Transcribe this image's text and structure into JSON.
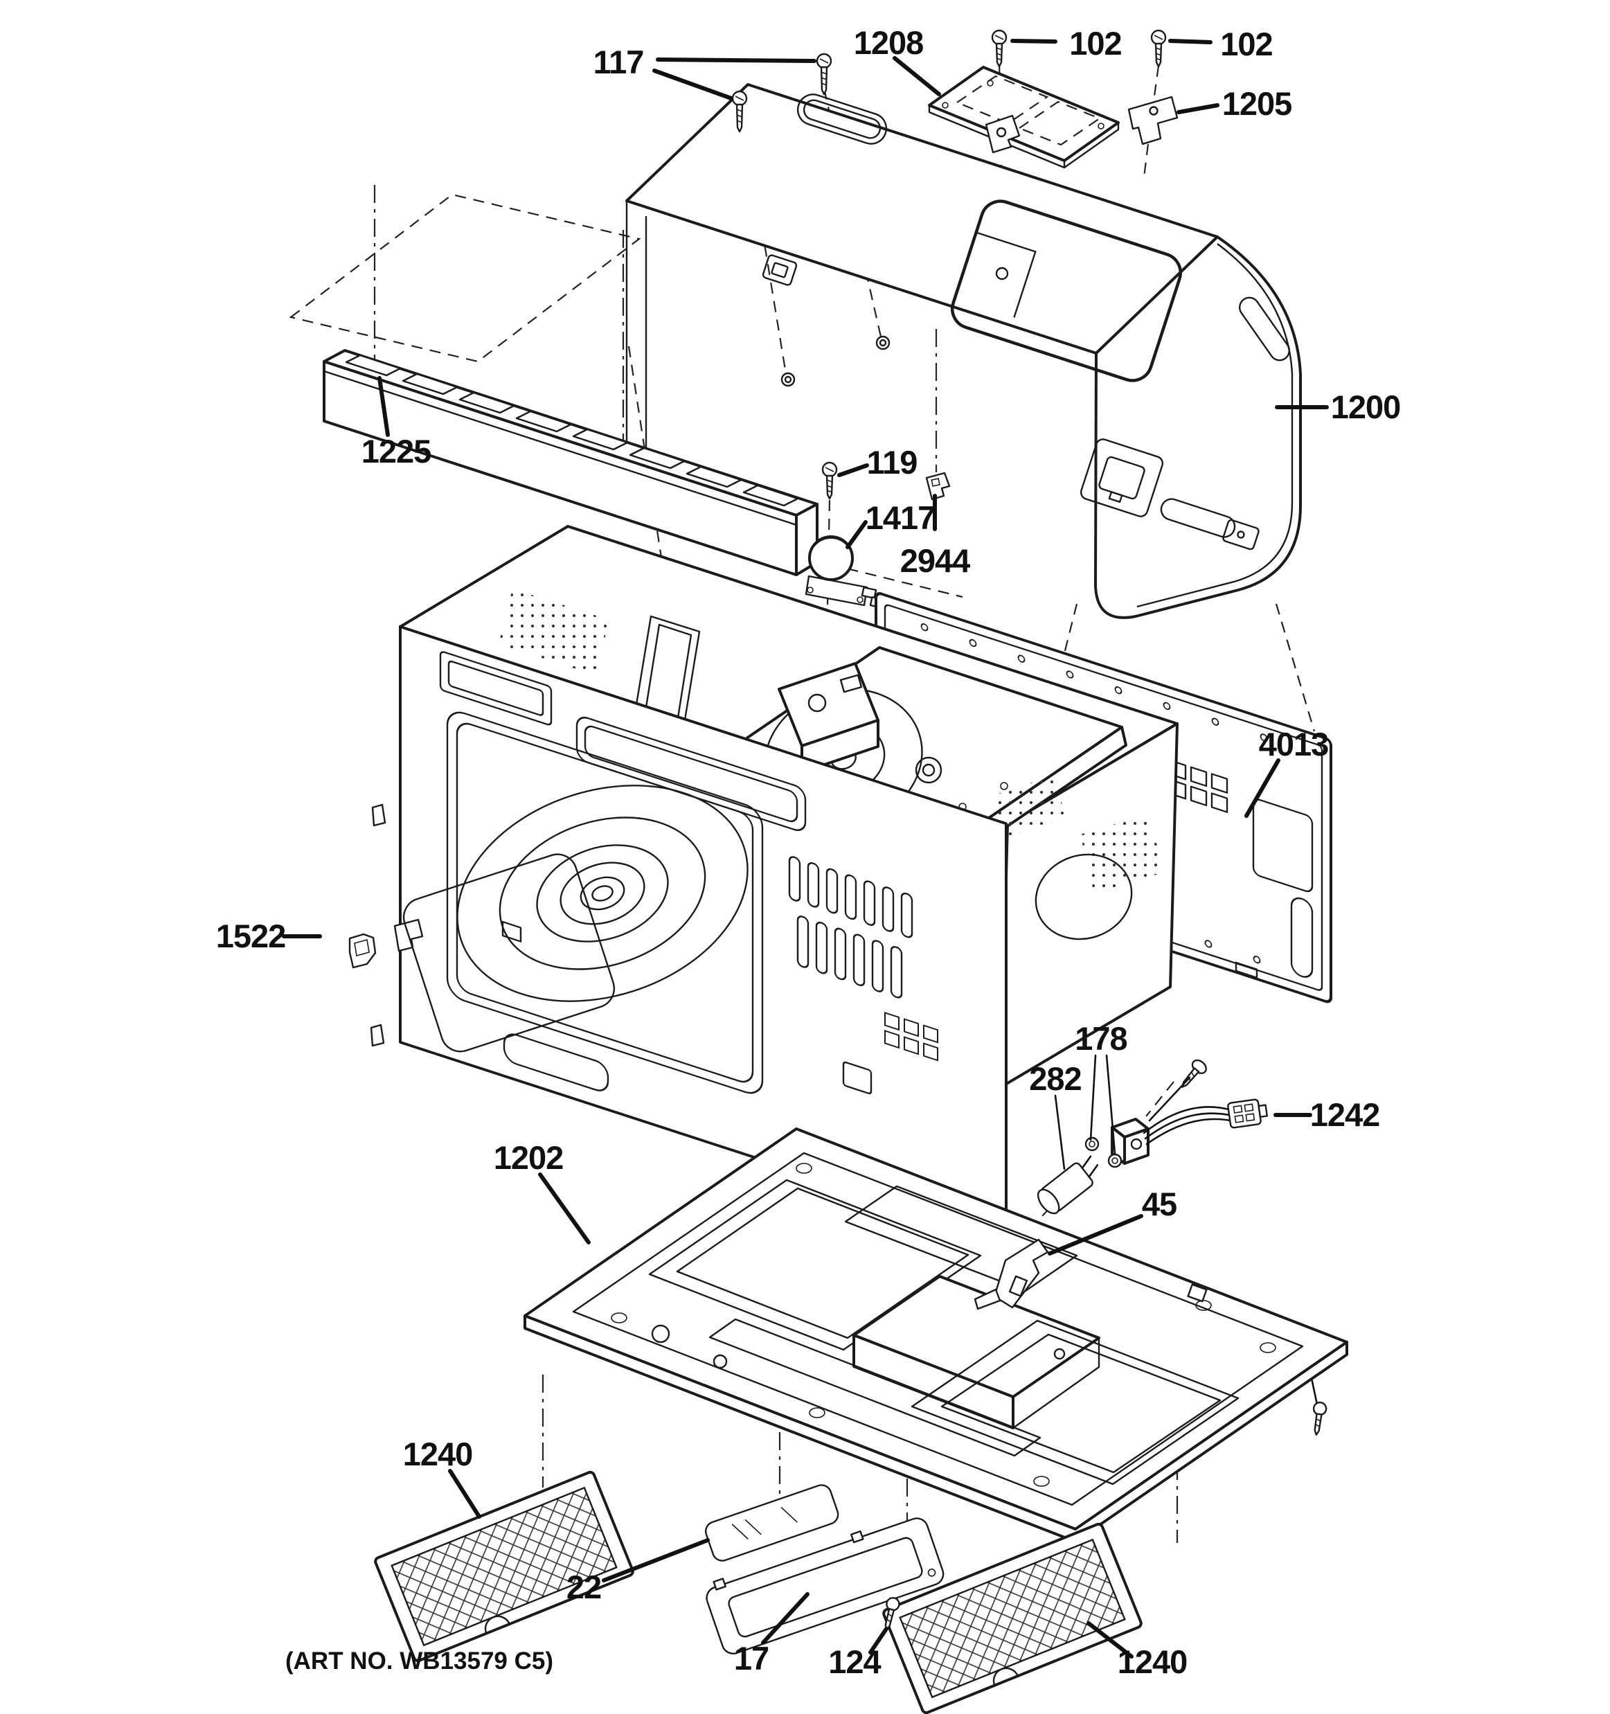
{
  "diagram": {
    "art_no": "(ART NO. WB13579 C5)",
    "callouts": {
      "c117": "117",
      "c1208": "1208",
      "c102a": "102",
      "c102b": "102",
      "c1205": "1205",
      "c1200": "1200",
      "c1225": "1225",
      "c119": "119",
      "c1417": "1417",
      "c2944": "2944",
      "c4013": "4013",
      "c1522": "1522",
      "c1202": "1202",
      "c282": "282",
      "c178": "178",
      "c1242": "1242",
      "c45": "45",
      "c1240a": "1240",
      "c22": "22",
      "c17": "17",
      "c124": "124",
      "c1240b": "1240"
    },
    "colors": {
      "line": "#1b1b1b",
      "background": "#ffffff"
    }
  }
}
